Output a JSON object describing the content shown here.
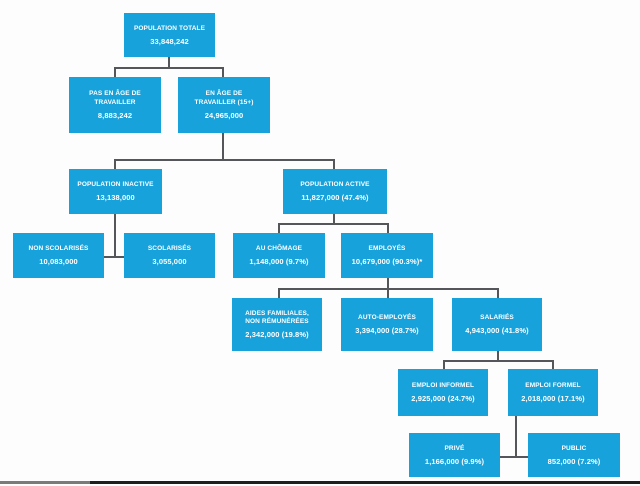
{
  "colors": {
    "box_fill": "#17A2DB",
    "box_text": "#FFFFFF",
    "connector": "#55565A",
    "bottom_rule": "#1E1E1E"
  },
  "nodes": {
    "population_totale": {
      "label": "POPULATION TOTALE",
      "value": "33,848,242"
    },
    "pas_en_age": {
      "label": "PAS EN ÂGE DE\nTRAVAILLER",
      "value": "8,883,242"
    },
    "en_age": {
      "label": "EN ÂGE DE\nTRAVAILLER (15+)",
      "value": "24,965,000"
    },
    "population_inactive": {
      "label": "POPULATION INACTIVE",
      "value": "13,138,000"
    },
    "population_active": {
      "label": "POPULATION ACTIVE",
      "value": "11,827,000 (47.4%)"
    },
    "non_scolarises": {
      "label": "NON SCOLARISÉS",
      "value": "10,083,000"
    },
    "scolarises": {
      "label": "SCOLARISÉS",
      "value": "3,055,000"
    },
    "au_chomage": {
      "label": "AU CHÔMAGE",
      "value": "1,148,000 (9.7%)"
    },
    "employes": {
      "label": "EMPLOYÉS",
      "value": "10,679,000 (90.3%)*"
    },
    "aides_familiales": {
      "label": "AIDES FAMILIALES,\nNON RÉMUNÉRÉES",
      "value": "2,342,000 (19.8%)"
    },
    "auto_employes": {
      "label": "AUTO-EMPLOYÉS",
      "value": "3,394,000 (28.7%)"
    },
    "salaries": {
      "label": "SALARIÉS",
      "value": "4,943,000 (41.8%)"
    },
    "emploi_informel": {
      "label": "EMPLOI INFORMEL",
      "value": "2,925,000 (24.7%)"
    },
    "emploi_formel": {
      "label": "EMPLOI FORMEL",
      "value": "2,018,000 (17.1%)"
    },
    "prive": {
      "label": "PRIVÉ",
      "value": "1,166,000 (9.9%)"
    },
    "public": {
      "label": "PUBLIC",
      "value": "852,000 (7.2%)"
    }
  },
  "hierarchy": [
    [
      "population_totale",
      "pas_en_age"
    ],
    [
      "population_totale",
      "en_age"
    ],
    [
      "en_age",
      "population_inactive"
    ],
    [
      "en_age",
      "population_active"
    ],
    [
      "population_inactive",
      "non_scolarises"
    ],
    [
      "population_inactive",
      "scolarises"
    ],
    [
      "population_active",
      "au_chomage"
    ],
    [
      "population_active",
      "employes"
    ],
    [
      "employes",
      "aides_familiales"
    ],
    [
      "employes",
      "auto_employes"
    ],
    [
      "employes",
      "salaries"
    ],
    [
      "salaries",
      "emploi_informel"
    ],
    [
      "salaries",
      "emploi_formel"
    ],
    [
      "emploi_formel",
      "prive"
    ],
    [
      "emploi_formel",
      "public"
    ]
  ]
}
